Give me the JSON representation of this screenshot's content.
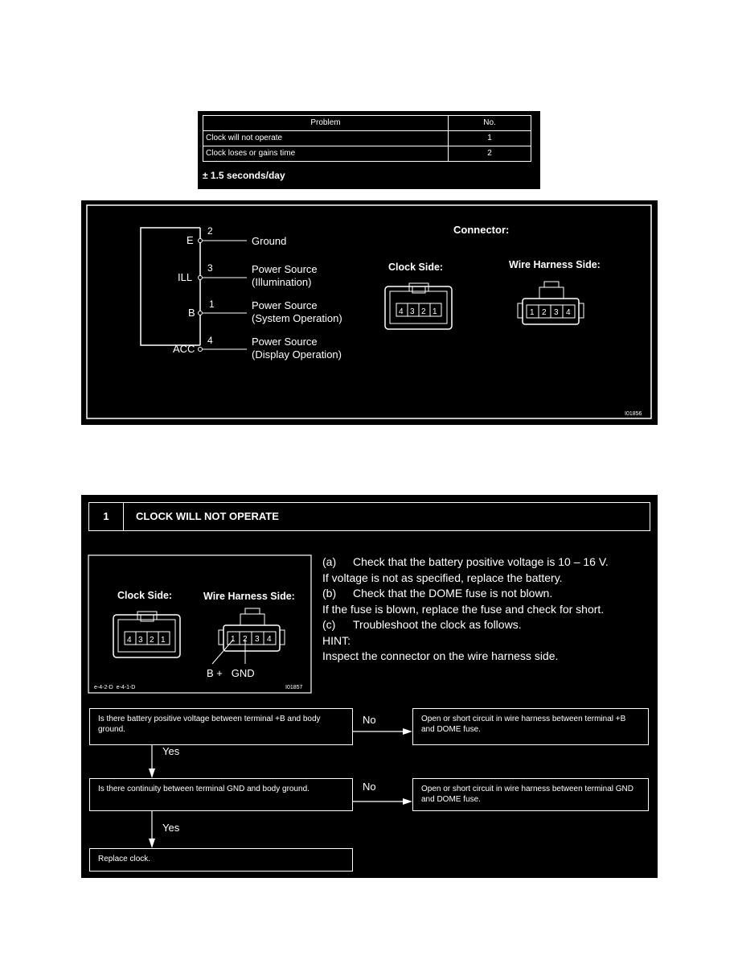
{
  "problem_table": {
    "headers": [
      "Problem",
      "No."
    ],
    "rows": [
      {
        "problem": "Clock will not operate",
        "no": "1"
      },
      {
        "problem": "Clock loses or gains time",
        "no": "2"
      }
    ],
    "tolerance": "± 1.5 seconds/day"
  },
  "connector_diagram": {
    "terminals": [
      {
        "name": "E",
        "pin": "2",
        "desc1": "Ground",
        "desc2": ""
      },
      {
        "name": "ILL",
        "pin": "3",
        "desc1": "Power Source",
        "desc2": "(Illumination)"
      },
      {
        "name": "B",
        "pin": "1",
        "desc1": "Power Source",
        "desc2": "(System Operation)"
      },
      {
        "name": "ACC",
        "pin": "4",
        "desc1": "Power Source",
        "desc2": "(Display Operation)"
      }
    ],
    "connector_title": "Connector:",
    "clock_side_label": "Clock Side:",
    "harness_side_label": "Wire Harness Side:",
    "clock_pins": [
      "4",
      "3",
      "2",
      "1"
    ],
    "harness_pins": [
      "1",
      "2",
      "3",
      "4"
    ],
    "figure_id": "I01856"
  },
  "section": {
    "number": "1",
    "title": "CLOCK WILL NOT OPERATE",
    "figure": {
      "clock_side_label": "Clock Side:",
      "harness_side_label": "Wire Harness Side:",
      "clock_pins": [
        "4",
        "3",
        "2",
        "1"
      ],
      "harness_pins": [
        "1",
        "2",
        "3",
        "4"
      ],
      "terminal_labels": "B +   GND",
      "codes": "e-4-2-D  e-4-1-D",
      "figure_id": "I01857"
    },
    "steps": [
      {
        "label": "(a)",
        "text": "Check that the battery positive voltage is 10 – 16 V."
      },
      {
        "label": "",
        "text": "If voltage is not as specified, replace the battery."
      },
      {
        "label": "(b)",
        "text": "Check that the DOME fuse is not blown."
      },
      {
        "label": "",
        "text": "If the fuse is blown, replace the fuse and check for short."
      },
      {
        "label": "(c)",
        "text": "Troubleshoot the clock as follows."
      },
      {
        "label": "",
        "text": "HINT:"
      },
      {
        "label": "",
        "text": "Inspect the connector on the wire harness side."
      }
    ],
    "flow": {
      "q1": "Is there battery positive voltage between terminal +B and body ground.",
      "r1": "Open or short circuit in wire harness between terminal +B and DOME fuse.",
      "q2": "Is there continuity between terminal GND and body ground.",
      "r2": "Open or short circuit in wire harness between terminal GND and DOME fuse.",
      "end": "Replace clock.",
      "no": "No",
      "yes": "Yes"
    }
  }
}
